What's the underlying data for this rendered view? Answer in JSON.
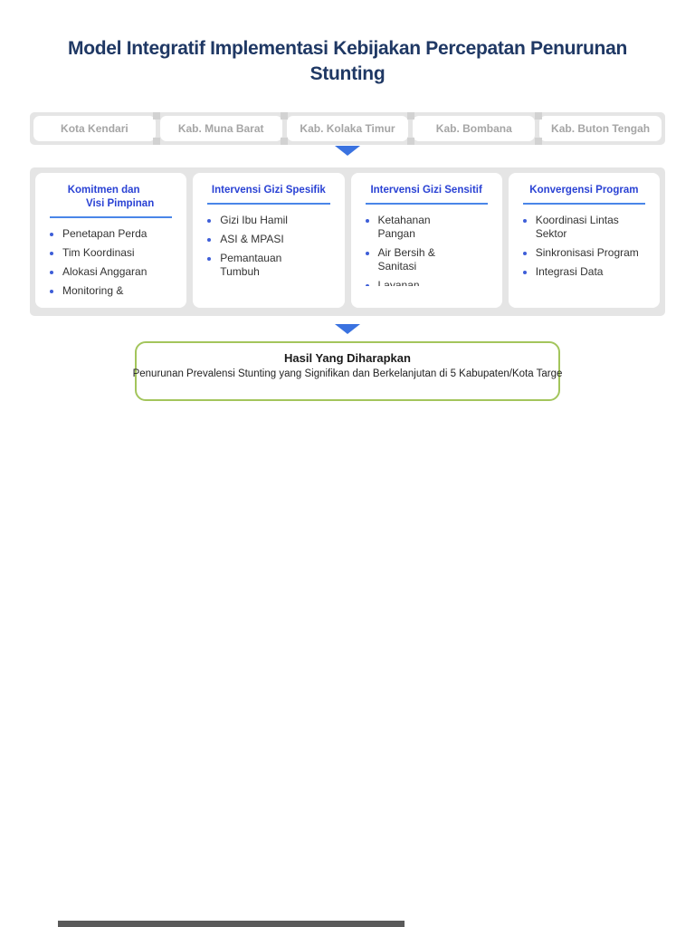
{
  "title": {
    "line1": "Model Integratif Implementasi Kebijakan Percepatan Penurunan",
    "line2": "Stunting"
  },
  "tabs": [
    "Kota Kendari",
    "Kab. Muna Barat",
    "Kab. Kolaka Timur",
    "Kab. Bombana",
    "Kab. Buton Tengah"
  ],
  "cards": [
    {
      "title_line1": "Komitmen dan",
      "title_line2": "Visi Pimpinan",
      "items": [
        [
          "Penetapan Perda"
        ],
        [
          "Tim Koordinasi"
        ],
        [
          "Alokasi Anggaran"
        ],
        [
          "Monitoring &"
        ]
      ]
    },
    {
      "title": "Intervensi Gizi Spesifik",
      "items": [
        [
          "Gizi Ibu Hamil"
        ],
        [
          "ASI & MPASI"
        ],
        [
          "Pemantauan",
          "Tumbuh"
        ]
      ]
    },
    {
      "title": "Intervensi Gizi Sensitif",
      "items": [
        [
          "Ketahanan",
          "Pangan"
        ],
        [
          "Air Bersih &",
          "Sanitasi"
        ],
        [
          "Layanan"
        ]
      ]
    },
    {
      "title": "Konvergensi Program",
      "items": [
        [
          "Koordinasi Lintas",
          "Sektor"
        ],
        [
          "Sinkronisasi Program"
        ],
        [
          "Integrasi Data"
        ]
      ]
    }
  ],
  "result": {
    "title": "Hasil Yang Diharapkan",
    "body": "Penurunan Prevalensi Stunting yang Signifikan dan Berkelanjutan di 5 Kabupaten/Kota Targe"
  },
  "colors": {
    "heading": "#1f3864",
    "card_title": "#2a42d4",
    "accent_rule": "#4a86e8",
    "bullet": "#3e5ed8",
    "arrow": "#3a72e0",
    "tab_text": "#a5a5a5",
    "strip_bg": "#e5e5e5",
    "result_border": "#a3c55c",
    "body_text": "#333333"
  }
}
